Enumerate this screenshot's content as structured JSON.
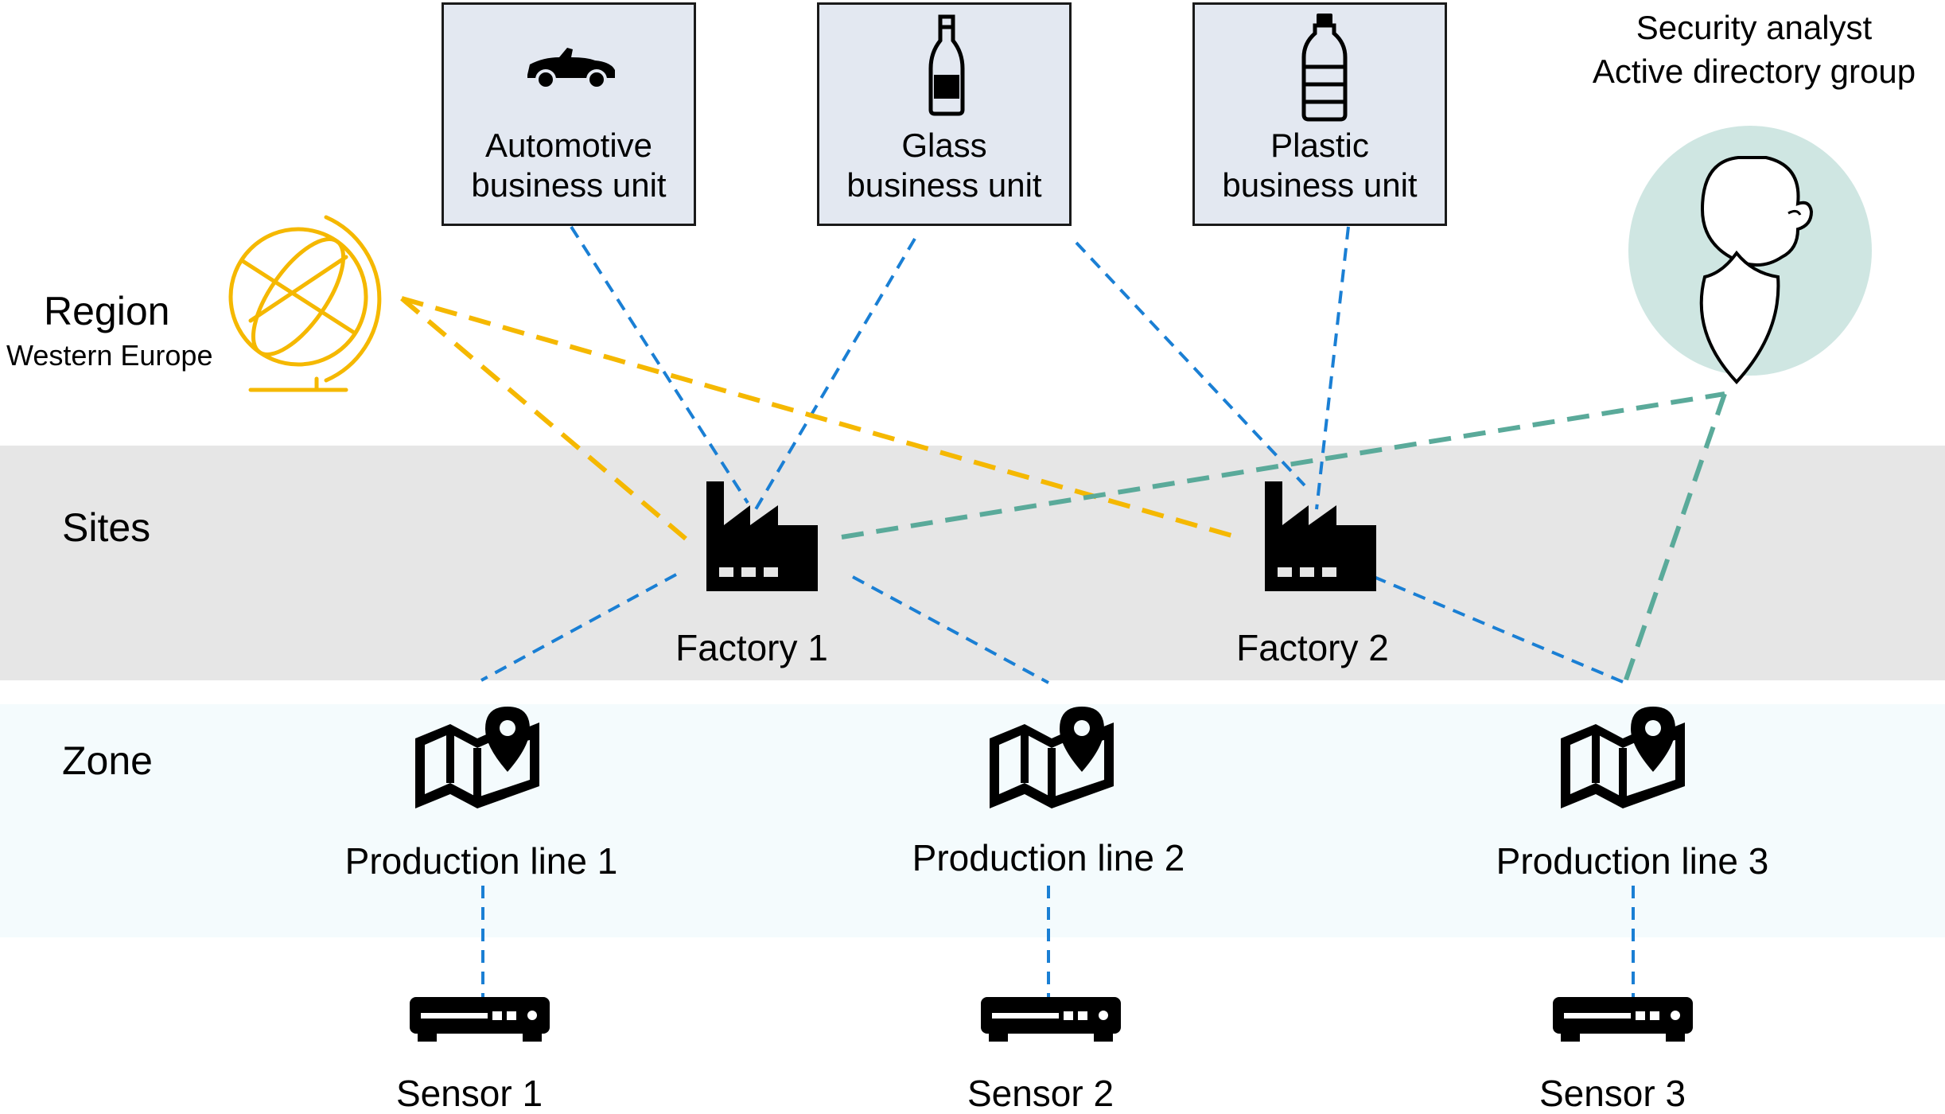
{
  "rows": {
    "region_title": "Region",
    "region_subtitle": "Western Europe",
    "sites": "Sites",
    "zone": "Zone"
  },
  "business_units": [
    {
      "line1": "Automotive",
      "line2": "business unit",
      "icon": "car-icon"
    },
    {
      "line1": "Glass",
      "line2": "business unit",
      "icon": "bottle-icon"
    },
    {
      "line1": "Plastic",
      "line2": "business unit",
      "icon": "plastic-bottle-icon"
    }
  ],
  "security": {
    "line1": "Security analyst",
    "line2": "Active directory group",
    "icon": "person-shield-icon"
  },
  "factories": [
    "Factory 1",
    "Factory 2"
  ],
  "production_lines": [
    "Production line 1",
    "Production line 2",
    "Production line 3"
  ],
  "sensors": [
    "Sensor 1",
    "Sensor 2",
    "Sensor 3"
  ],
  "colors": {
    "sites_band": "#e6e6e6",
    "zone_band": "#f4fbfd",
    "business_unit_box": "#e3e8f1",
    "blue_link": "#1a7fd4",
    "region_link": "#f5b800",
    "security_link": "#5aaa9a",
    "security_circle": "#cfe6e2",
    "globe": "#f5b800"
  }
}
